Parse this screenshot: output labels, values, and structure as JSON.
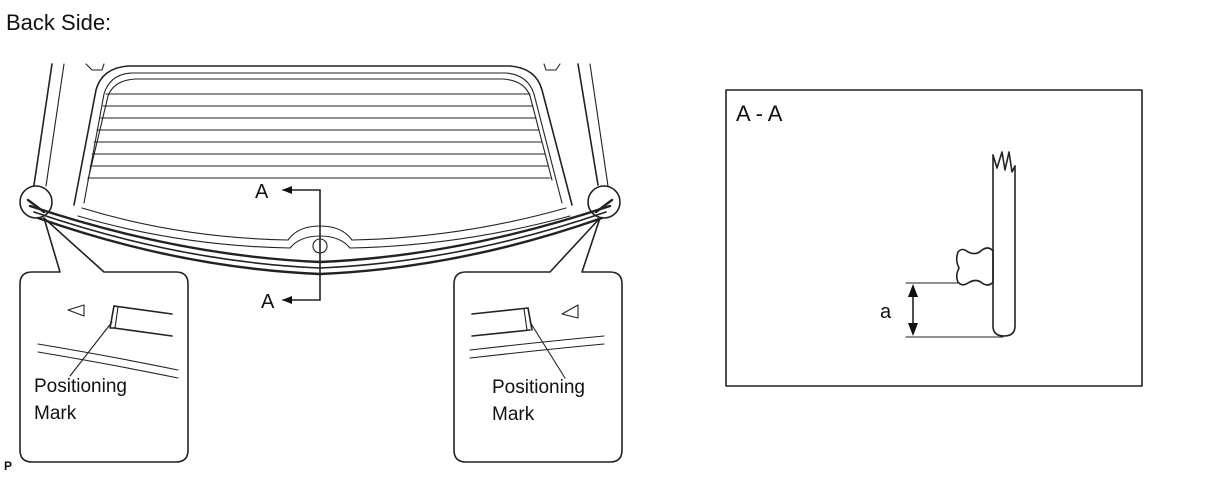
{
  "header": {
    "title": "Back Side:"
  },
  "main_view": {
    "section_label_top": "A",
    "section_label_bottom": "A"
  },
  "callout_left": {
    "label_line1": "Positioning",
    "label_line2": "Mark"
  },
  "callout_right": {
    "label_line1": "Positioning",
    "label_line2": "Mark"
  },
  "section_view": {
    "title": "A - A",
    "dimension_label": "a"
  },
  "footer": {
    "code": "P"
  }
}
